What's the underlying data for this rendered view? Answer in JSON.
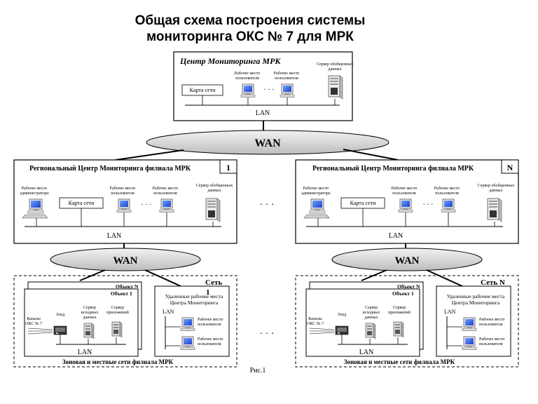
{
  "title": {
    "line1": "Общая схема построения системы",
    "line2": "мониторинга ОКС № 7 для МРК"
  },
  "center": {
    "title": "Центр Мониторинга МРК",
    "map_label": "Карта сети",
    "workstation1_label": [
      "Рабочее место",
      "пользователя"
    ],
    "workstation2_label": [
      "Рабочее место",
      "пользователя"
    ],
    "server_label": [
      "Сервер обобщенных",
      "данных"
    ],
    "ellipsis": "· · ·",
    "lan": "LAN"
  },
  "wan_top": "WAN",
  "regional_left": {
    "title": "Региональный Центр Мониторинга филиала МРК",
    "badge": "1",
    "admin_label": [
      "Рабочее место",
      "администратора"
    ],
    "map_label": "Карта сети",
    "workstation1_label": [
      "Рабочее место",
      "пользователя"
    ],
    "workstation2_label": [
      "Рабочее место",
      "пользователя"
    ],
    "server_label": [
      "Сервер обобщенных",
      "данных"
    ],
    "ellipsis": "· · ·",
    "lan": "LAN",
    "wan": "WAN"
  },
  "regional_right": {
    "title": "Региональный Центр Мониторинга филиала МРК",
    "badge": "N",
    "admin_label": [
      "Рабочее место",
      "администратора"
    ],
    "map_label": "Карта сети",
    "workstation1_label": [
      "Рабочее место",
      "пользователя"
    ],
    "workstation2_label": [
      "Рабочее место",
      "пользователя"
    ],
    "server_label": [
      "Сервер обобщенных",
      "данных"
    ],
    "ellipsis": "· · ·",
    "lan": "LAN",
    "wan": "WAN"
  },
  "between_ellipsis": "· · ·",
  "zone_left": {
    "object_n": "Объект N",
    "object_1": "Объект 1",
    "net_label": "Сеть",
    "net_num": "1",
    "channels_label": [
      "Каналы",
      "ОКС № 7"
    ],
    "probe_label": "Зонд",
    "source_server_label": [
      "Сервер",
      "исходных",
      "данных"
    ],
    "app_server_label": [
      "Сервер",
      "приложений"
    ],
    "lan": "LAN",
    "remote_title": [
      "Удаленные рабочие места",
      "Центра Мониторинга"
    ],
    "remote_lan": "LAN",
    "remote_ws1": [
      "Рабочее место",
      "пользователя"
    ],
    "remote_ws2": [
      "Рабочее место",
      "пользователя"
    ],
    "footer": "Зоновая и местные сети филиала МРК"
  },
  "zone_right": {
    "object_n": "Объект N",
    "object_1": "Объект 1",
    "net_label": "Сеть N",
    "channels_label": [
      "Каналы",
      "ОКС № 7"
    ],
    "probe_label": "Зонд",
    "source_server_label": [
      "Сервер",
      "исходных",
      "данных"
    ],
    "app_server_label": [
      "Сервер",
      "приложений"
    ],
    "lan": "LAN",
    "remote_title": [
      "Удаленные рабочие места",
      "Центра Мониторинга"
    ],
    "remote_lan": "LAN",
    "remote_ws1": [
      "Рабочее место",
      "пользователя"
    ],
    "remote_ws2": [
      "Рабочее место",
      "пользователя"
    ],
    "footer": "Зоновая и местные сети филиала МРК"
  },
  "figure_caption": "Рис.1"
}
